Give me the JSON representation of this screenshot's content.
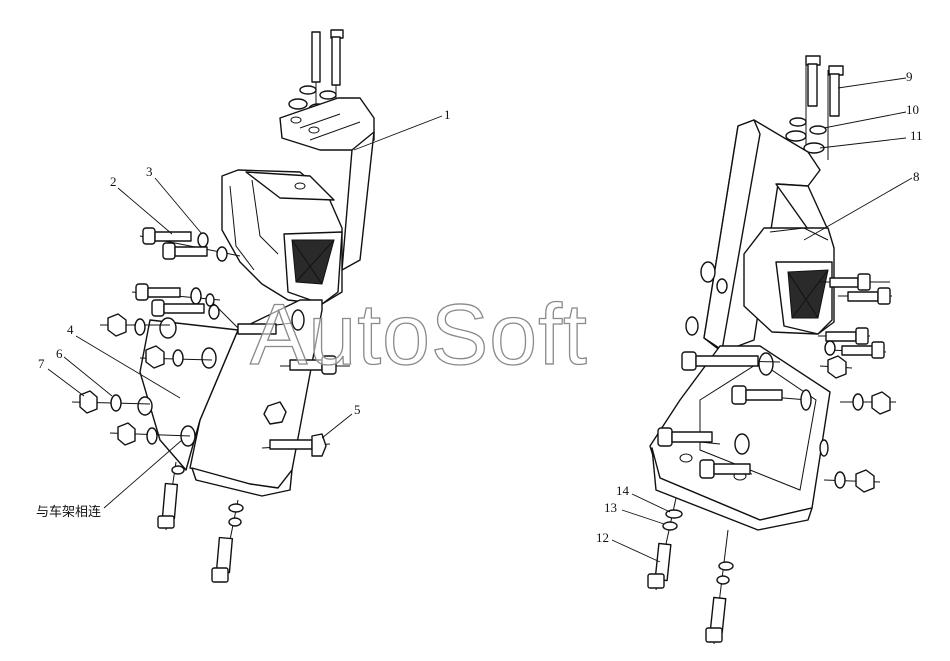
{
  "diagram": {
    "callouts": [
      "1",
      "2",
      "3",
      "4",
      "5",
      "6",
      "7",
      "8",
      "9",
      "10",
      "11",
      "12",
      "13",
      "14"
    ],
    "note": "与车架相连",
    "watermark": "AutoSoft"
  }
}
